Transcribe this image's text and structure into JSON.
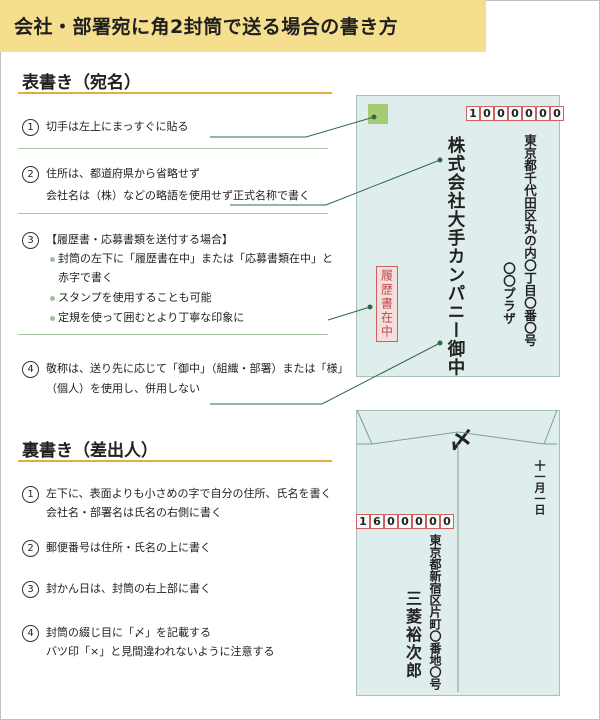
{
  "title": "会社・部署宛に角2封筒で送る場合の書き方",
  "front": {
    "heading": "表書き（宛名）",
    "items": [
      {
        "num": "1",
        "lines": [
          "切手は左上にまっすぐに貼る"
        ]
      },
      {
        "num": "2",
        "lines": [
          "住所は、都道府県から省略せず",
          "会社名は（株）などの略語を使用せず正式名称で書く"
        ]
      },
      {
        "num": "3",
        "head": "【履歴書・応募書類を送付する場合】",
        "bullets": [
          [
            "封筒の左下に「履歴書在中」または「応募書類在中」と",
            "赤字で書く"
          ],
          [
            "スタンプを使用することも可能"
          ],
          [
            "定規を使って囲むとより丁寧な印象に"
          ]
        ]
      },
      {
        "num": "4",
        "lines": [
          "敬称は、送り先に応じて「御中」（組織・部署）または「様」",
          "（個人）を使用し、併用しない"
        ]
      }
    ],
    "envelope": {
      "postal_code": [
        "1",
        "0",
        "0",
        "0",
        "0",
        "0",
        "0"
      ],
      "address_line1": "東京都千代田区丸の内〇丁目〇番〇号",
      "address_line2": "〇〇プラザ",
      "company": "株式会社大手カンパニー御中",
      "stamp_label": "履歴書在中"
    }
  },
  "back": {
    "heading": "裏書き（差出人）",
    "items": [
      {
        "num": "1",
        "lines": [
          "左下に、表面よりも小さめの字で自分の住所、氏名を書く",
          "会社名・部署名は氏名の右側に書く"
        ]
      },
      {
        "num": "2",
        "lines": [
          "郵便番号は住所・氏名の上に書く"
        ]
      },
      {
        "num": "3",
        "lines": [
          "封かん日は、封筒の右上部に書く"
        ]
      },
      {
        "num": "4",
        "lines": [
          "封筒の綴じ目に「〆」を記載する",
          "バツ印「×」と見間違われないように注意する"
        ]
      }
    ],
    "envelope": {
      "date": "十一月一日",
      "seal_mark": "〆",
      "postal_code": [
        "1",
        "6",
        "0",
        "0",
        "0",
        "0",
        "0"
      ],
      "address": "東京都新宿区片町〇番地〇号",
      "name": "三菱裕次郎"
    }
  },
  "colors": {
    "title_band": "#f6de8f",
    "rule": "#e6ad3d",
    "envelope": "#dfeeec",
    "leader": "#2e6b4a",
    "red": "#d06060"
  }
}
